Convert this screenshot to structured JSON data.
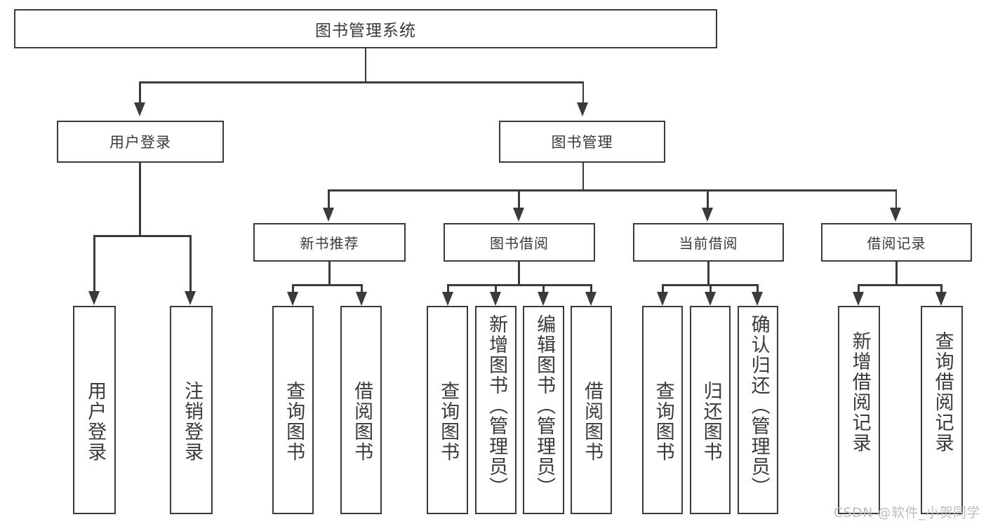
{
  "diagram": {
    "title": "图书管理系统",
    "type": "tree-hierarchy",
    "root": {
      "label": "图书管理系统"
    },
    "level1": [
      {
        "label": "用户登录"
      },
      {
        "label": "图书管理"
      }
    ],
    "level2": [
      {
        "label": "新书推荐"
      },
      {
        "label": "图书借阅"
      },
      {
        "label": "当前借阅"
      },
      {
        "label": "借阅记录"
      }
    ],
    "leaves": {
      "user_login": [
        {
          "label": "用户登录"
        },
        {
          "label": "注销登录"
        }
      ],
      "new_book_recommend": [
        {
          "label": "查询图书"
        },
        {
          "label": "借阅图书"
        }
      ],
      "book_borrow": [
        {
          "label": "查询图书"
        },
        {
          "label": "新增图书（管理员）"
        },
        {
          "label": "编辑图书（管理员）"
        },
        {
          "label": "借阅图书"
        }
      ],
      "current_borrow": [
        {
          "label": "查询图书"
        },
        {
          "label": "归还图书"
        },
        {
          "label": "确认归还（管理员）"
        }
      ],
      "borrow_record": [
        {
          "label": "新增借阅记录"
        },
        {
          "label": "查询借阅记录"
        }
      ]
    }
  },
  "watermark": {
    "text": "CSDN @软件_小贺同学"
  },
  "colors": {
    "stroke": "#3b3b3b",
    "text": "#3a3a3a",
    "background": "#ffffff",
    "watermark": "#bdbdbd"
  }
}
